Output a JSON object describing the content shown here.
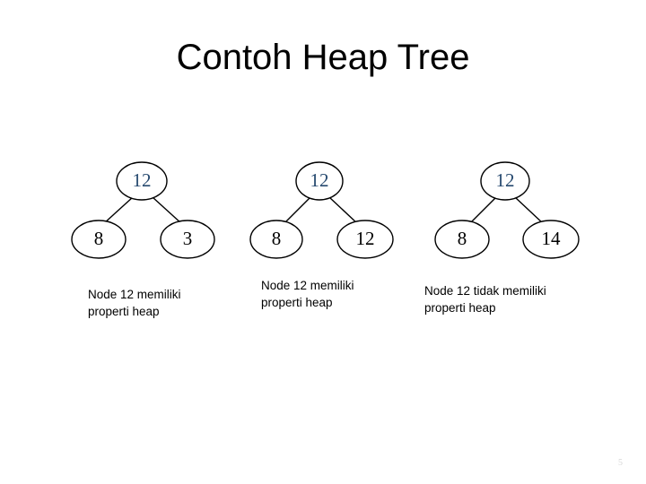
{
  "slide": {
    "title": "Contoh Heap Tree",
    "page_number": "5",
    "background_color": "#ffffff",
    "title_color": "#000000",
    "root_node_color": "#26496f",
    "child_node_color": "#000000",
    "node_stroke_color": "#000000",
    "page_number_color": "#d8d8d8"
  },
  "diagrams": [
    {
      "id": "heap-tree-1",
      "root": {
        "label": "12"
      },
      "children": [
        {
          "label": "8"
        },
        {
          "label": "3"
        }
      ],
      "caption": "Node 12 memiliki\nproperti heap"
    },
    {
      "id": "heap-tree-2",
      "root": {
        "label": "12"
      },
      "children": [
        {
          "label": "8"
        },
        {
          "label": "12"
        }
      ],
      "caption": "Node 12 memiliki\nproperti heap"
    },
    {
      "id": "heap-tree-3",
      "root": {
        "label": "12"
      },
      "children": [
        {
          "label": "8"
        },
        {
          "label": "14"
        }
      ],
      "caption": "Node 12 tidak memiliki\nproperti heap"
    }
  ]
}
